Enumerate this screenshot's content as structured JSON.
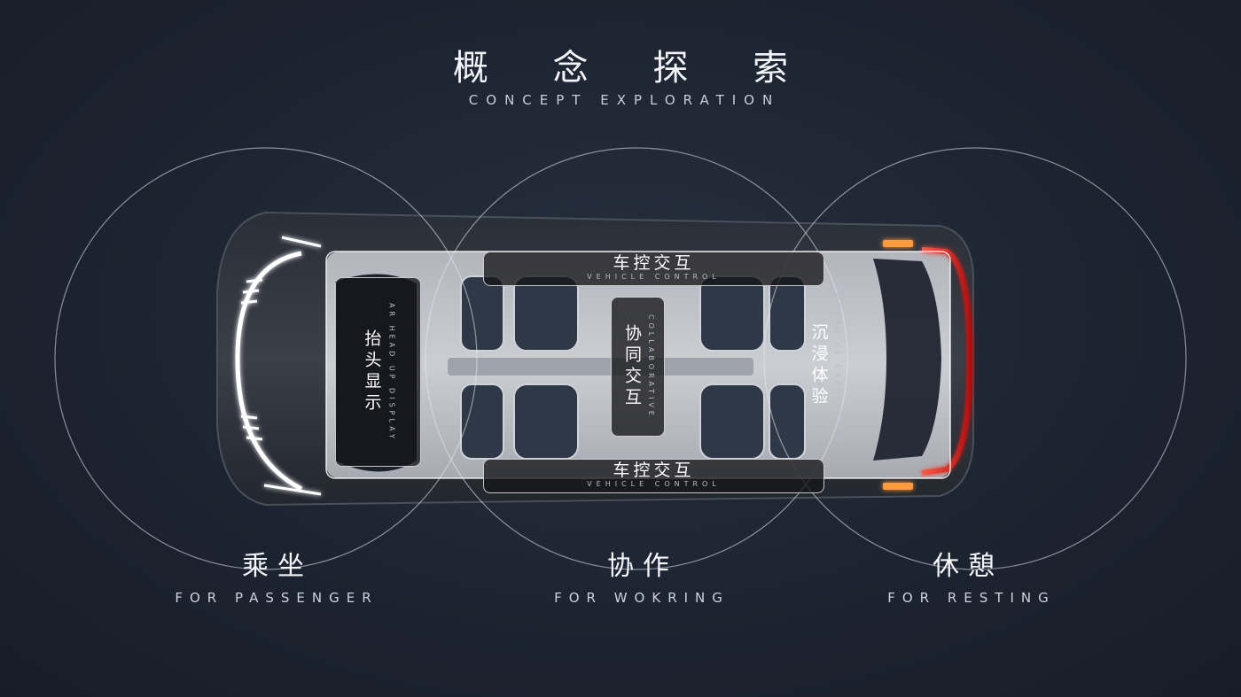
{
  "header": {
    "title_cn": "概 念 探 索",
    "title_en": "CONCEPT EXPLORATION"
  },
  "labels": {
    "vehicle_control_top_cn": "车控交互",
    "vehicle_control_top_en": "VEHICLE CONTROL",
    "vehicle_control_bottom_cn": "车控交互",
    "vehicle_control_bottom_en": "VEHICLE CONTROL",
    "ar_hud_cn": "抬头显示",
    "ar_hud_en": "AR HEAD UP DISPLAY",
    "collaborative_cn": "协同交互",
    "collaborative_en": "COLLABORATIVE",
    "immersive_cn": "沉浸体验",
    "immersive_en": "IMMERSIVE EXPERIENCE"
  },
  "sections": [
    {
      "cn": "乘坐",
      "en": "FOR PASSENGER"
    },
    {
      "cn": "协作",
      "en": "FOR WOKRING"
    },
    {
      "cn": "休憩",
      "en": "FOR RESTING"
    }
  ],
  "colors": {
    "background": "#1d2431",
    "headlight": "#ffffff",
    "taillight": "#ff2b2b",
    "turn_signal": "#ff9a3c"
  },
  "icons": [
    "car-topview-icon"
  ]
}
